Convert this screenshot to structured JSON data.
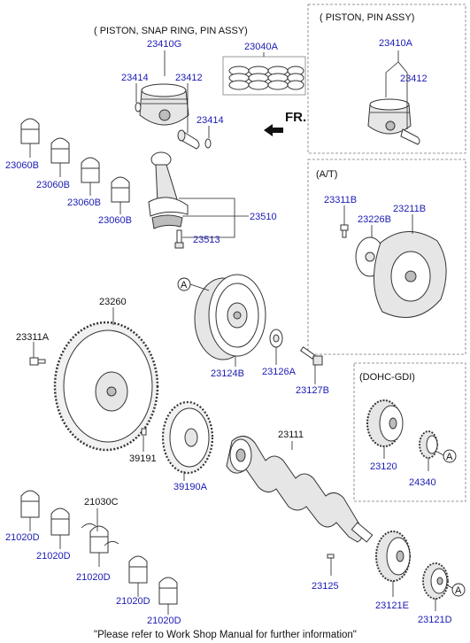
{
  "colors": {
    "part_number": "#1a1ab4",
    "caption": "#111111",
    "box_border": "#777777"
  },
  "boxes": {
    "piston_snap_ring": "( PISTON, SNAP RING, PIN ASSY)",
    "piston_pin": "( PISTON, PIN ASSY)",
    "at": "(A/T)",
    "dohc": "(DOHC-GDI)"
  },
  "labels": {
    "p23410G": "23410G",
    "p23040A": "23040A",
    "p23414a": "23414",
    "p23412a": "23412",
    "p23414b": "23414",
    "p23410A": "23410A",
    "p23412b": "23412",
    "fr": "FR.",
    "p23060B_1": "23060B",
    "p23060B_2": "23060B",
    "p23060B_3": "23060B",
    "p23060B_4": "23060B",
    "p23510": "23510",
    "p23513": "23513",
    "p23311B": "23311B",
    "p23226B": "23226B",
    "p23211B": "23211B",
    "p23260": "23260",
    "p23311A": "23311A",
    "p23124B": "23124B",
    "p23126A": "23126A",
    "p23127B": "23127B",
    "p23111": "23111",
    "p39191": "39191",
    "p39190A": "39190A",
    "p23120": "23120",
    "p24340": "24340",
    "p21030C": "21030C",
    "p21020D_1": "21020D",
    "p21020D_2": "21020D",
    "p21020D_3": "21020D",
    "p21020D_4": "21020D",
    "p21020D_5": "21020D",
    "p23125": "23125",
    "p23121E": "23121E",
    "p23121D": "23121D",
    "ref_a1": "A",
    "ref_a2": "A",
    "ref_a3": "A"
  },
  "footer": "\"Please refer to Work Shop Manual for further information\""
}
